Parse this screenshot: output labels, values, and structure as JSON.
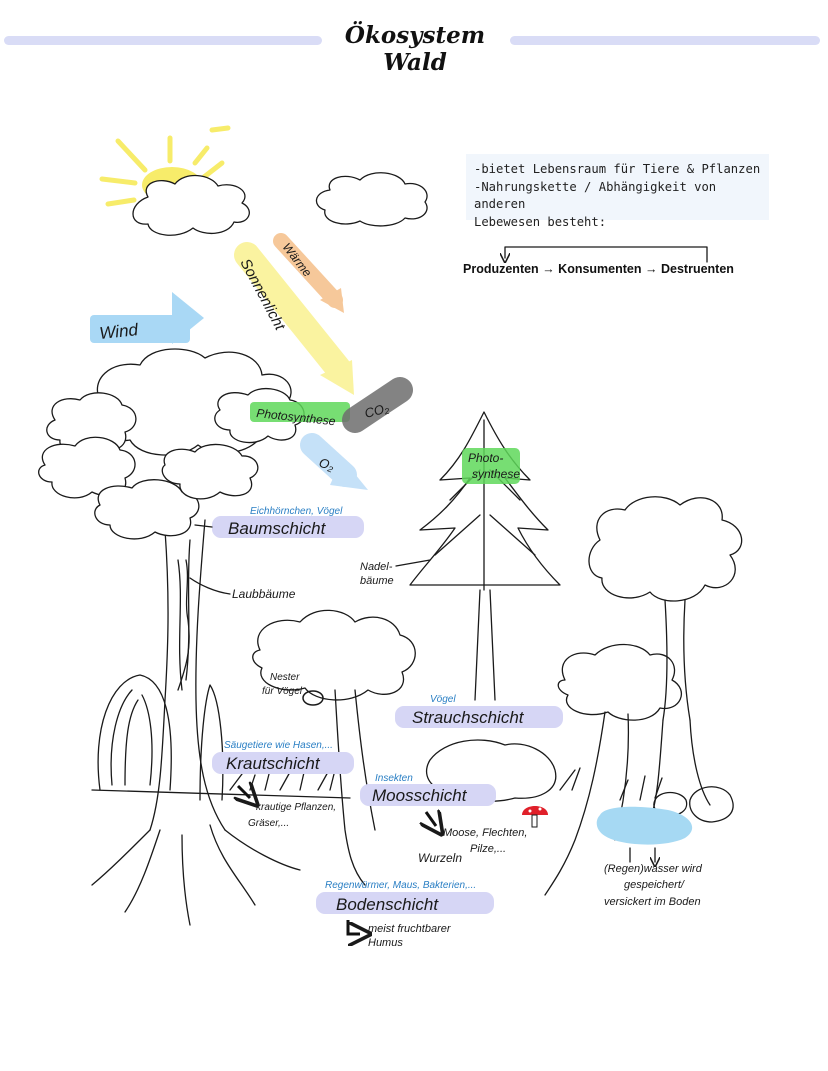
{
  "title": "Ökosystem Wald",
  "info": {
    "line1": "-bietet Lebensraum für Tiere & Pflanzen",
    "line2": "-Nahrungskette / Abhängigkeit von anderen",
    "line3": "Lebewesen besteht:"
  },
  "food_chain": {
    "producers": "Produzenten",
    "consumers": "Konsumenten",
    "decomposers": "Destruenten",
    "arrow": "→"
  },
  "labels": {
    "wind": "Wind",
    "sunlight": "Sonnenlicht",
    "warmth": "Wärme",
    "photosynthesis_tree": "Photosynthese",
    "co2": "CO₂",
    "o2": "O₂",
    "photosynthesis_pine_1": "Photo-",
    "photosynthesis_pine_2": "synthese",
    "baumschicht_animals": "Eichhörnchen, Vögel",
    "baumschicht": "Baumschicht",
    "laubbaeume": "Laubbäume",
    "nadelbaeume_1": "Nadel-",
    "nadelbaeume_2": "bäume",
    "nest_1": "Nester",
    "nest_2": "für Vögel",
    "strauch_animals": "Vögel",
    "strauchschicht": "Strauchschicht",
    "kraut_animals": "Säugetiere wie Hasen,...",
    "krautschicht": "Krautschicht",
    "kraut_plants_1": "krautige Pflanzen,",
    "kraut_plants_2": "Gräser,...",
    "moos_animals": "Insekten",
    "moosschicht": "Moosschicht",
    "moos_plants_1": "Moose, Flechten,",
    "moos_plants_2": "Pilze,...",
    "wurzeln": "Wurzeln",
    "boden_animals": "Regenwürmer, Maus, Bakterien,...",
    "bodenschicht": "Bodenschicht",
    "humus_1": "meist fruchtbarer",
    "humus_2": "Humus",
    "water_1": "(Regen)wasser wird",
    "water_2": "gespeichert/",
    "water_3": "versickert im Boden"
  },
  "colors": {
    "layer_highlight": "#d6d6f5",
    "green_highlight": "#5fd85a",
    "sun": "#f7ec6a",
    "sunlight_arrow": "#faf3a0",
    "warmth_arrow": "#f6c89a",
    "wind_arrow": "#a9d8f5",
    "co2": "#6e6e6e",
    "o2_arrow": "#c5e1f8",
    "water": "#a6d9f3",
    "mushroom": "#e0202a",
    "blue_text": "#2a7fc4"
  }
}
